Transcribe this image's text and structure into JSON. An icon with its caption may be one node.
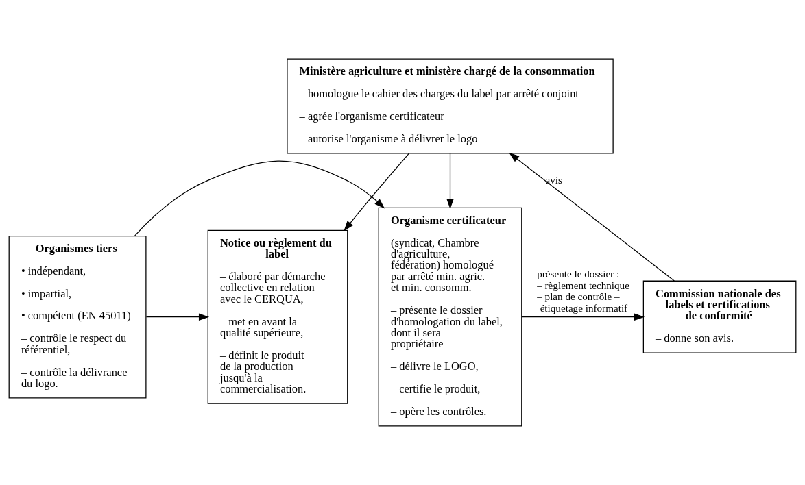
{
  "diagram": {
    "nodes": [
      {
        "text": [
          "Ministère agriculture et ministère chargé de la consommation",
          "– homologue le cahier des charges du label par arrêté conjoint",
          "– agrée l'organisme certificateur",
          "– autorise l'organisme à délivrer le logo"
        ]
      },
      {
        "text": [
          "Notice ou règlement du label",
          "– élaboré par démarche collective en relation avec le CERQUA,",
          "– met en avant la qualité supérieure,",
          "– définit le produit de la production jusqu'à la commercialisation."
        ]
      },
      {
        "text": [
          "Organisme certificateur",
          "(syndicat, Chambre d'agriculture, fédération) homologué par arrêté min. agric. et min. consomm.",
          "– présente le dossier d'homologation du label, dont il sera propriétaire",
          "– délivre le LOGO,",
          "– certifie le produit,",
          "– opère les contrôles."
        ]
      },
      {
        "text": [
          "Commission nationale des labels et certifications de conformité",
          "– donne son avis."
        ]
      },
      {
        "text": [
          "Organismes tiers",
          "• indépendant,",
          "• impartial,",
          "• compétent (EN 45011)",
          "– contrôle le respect du référentiel,",
          "– contrôle la délivrance du logo."
        ]
      }
    ],
    "edges": [
      {
        "from": 0,
        "to": 1,
        "arrow": "to"
      },
      {
        "from": 0,
        "to": 2,
        "arrow": "to"
      },
      {
        "from": 3,
        "to": 0,
        "arrow": "to",
        "label": "avis"
      },
      {
        "from": 2,
        "to": 3,
        "arrow": "to",
        "label": "présente le dossier : – règlement technique – plan de contrôle – étiquetage informatif"
      },
      {
        "from": 4,
        "to": 2,
        "arrow": "to"
      },
      {
        "from": 4,
        "to": 1,
        "arrow": "to"
      }
    ]
  }
}
